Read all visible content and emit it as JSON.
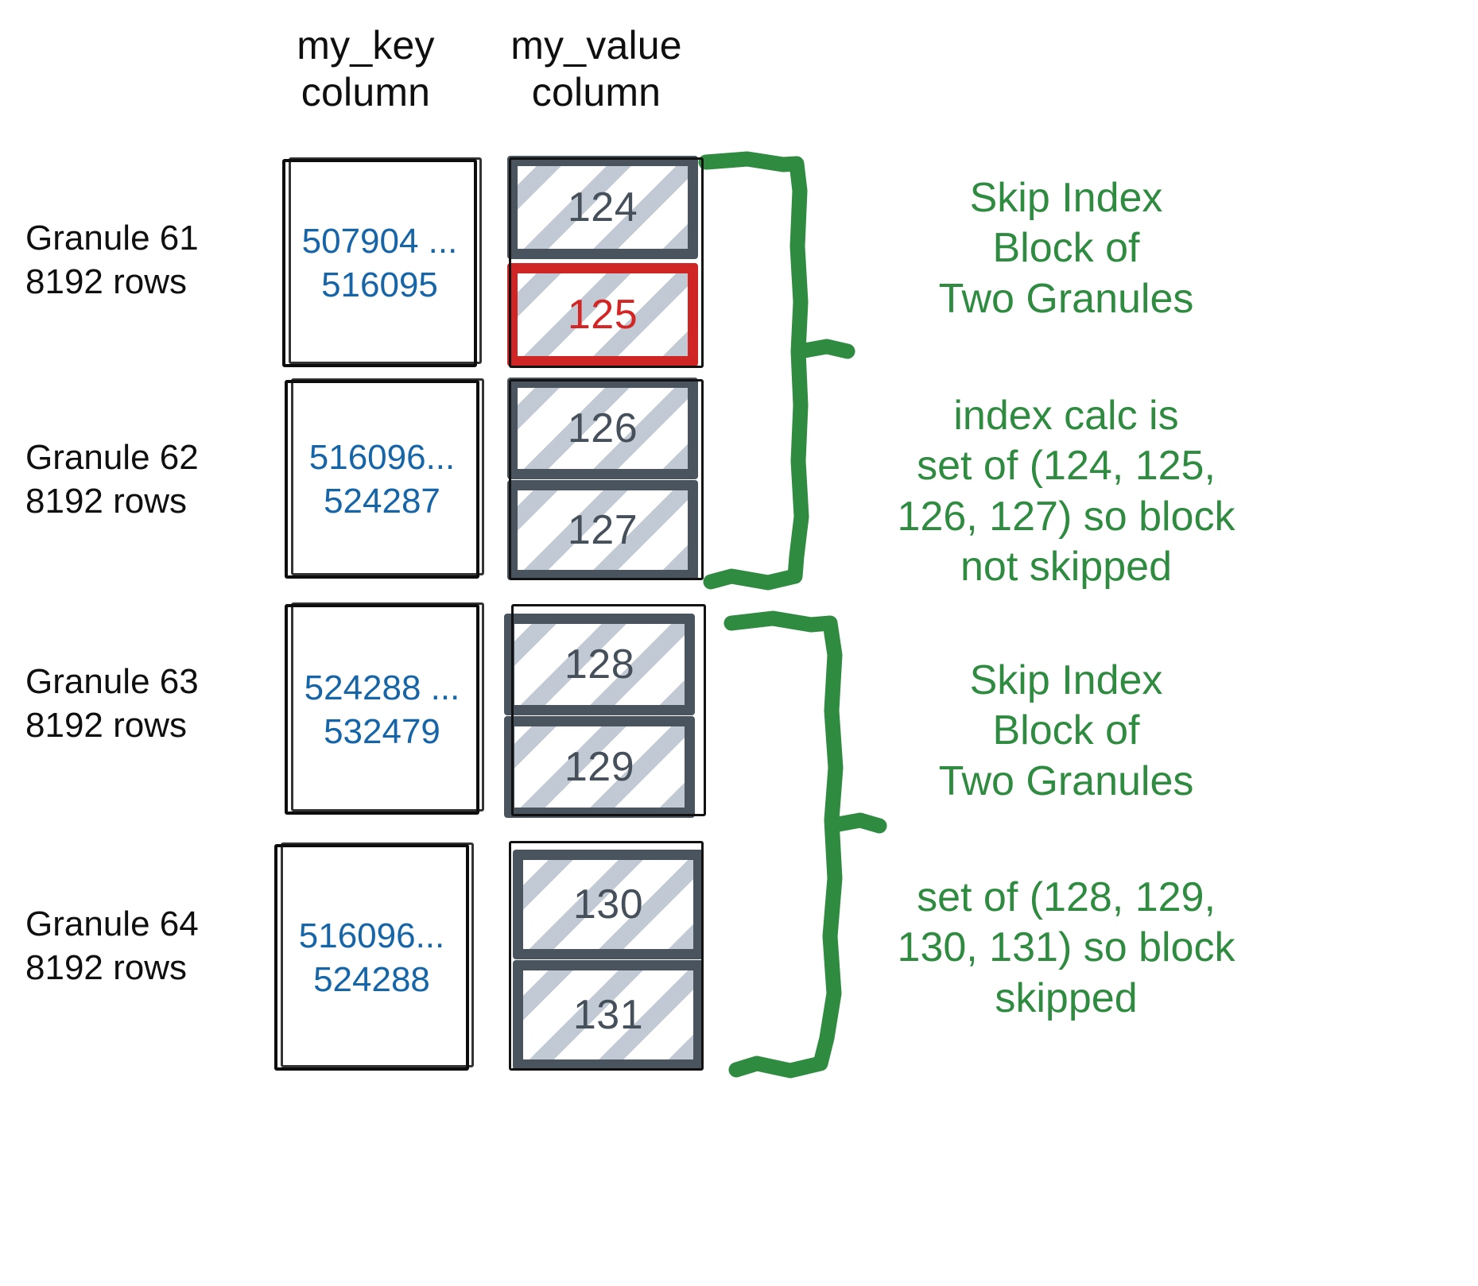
{
  "headers": {
    "key_column": {
      "line1": "my_key",
      "line2": "column"
    },
    "value_column": {
      "line1": "my_value",
      "line2": "column"
    }
  },
  "colors": {
    "key_text": "#1565a8",
    "value_text": "#46505a",
    "value_border": "#4a545e",
    "alert": "#cf2525",
    "annotation_green": "#2e8b40",
    "hatch": "#bec7d2",
    "sketch_black": "#0d0d0d"
  },
  "granules": [
    {
      "label_line1": "Granule 61",
      "label_line2": "8192 rows",
      "key_line1": "507904 ...",
      "key_line2": "516095",
      "values": [
        {
          "text": "124",
          "highlighted": false
        },
        {
          "text": "125",
          "highlighted": true
        }
      ]
    },
    {
      "label_line1": "Granule 62",
      "label_line2": "8192 rows",
      "key_line1": "516096...",
      "key_line2": "524287",
      "values": [
        {
          "text": "126",
          "highlighted": false
        },
        {
          "text": "127",
          "highlighted": false
        }
      ]
    },
    {
      "label_line1": "Granule 63",
      "label_line2": "8192 rows",
      "key_line1": "524288 ...",
      "key_line2": "532479",
      "values": [
        {
          "text": "128",
          "highlighted": false
        },
        {
          "text": "129",
          "highlighted": false
        }
      ]
    },
    {
      "label_line1": "Granule 64",
      "label_line2": "8192 rows",
      "key_line1": "516096...",
      "key_line2": "524288",
      "values": [
        {
          "text": "130",
          "highlighted": false
        },
        {
          "text": "131",
          "highlighted": false
        }
      ]
    }
  ],
  "annotations": [
    {
      "id": "block-1-title",
      "lines": [
        "Skip Index",
        "Block of",
        "Two Granules"
      ]
    },
    {
      "id": "block-1-detail",
      "lines": [
        "index calc is",
        "set of (124, 125,",
        "126, 127) so block",
        "not skipped"
      ]
    },
    {
      "id": "block-2-title",
      "lines": [
        "Skip Index",
        "Block of",
        "Two Granules"
      ]
    },
    {
      "id": "block-2-detail",
      "lines": [
        "set of (128, 129,",
        "130, 131) so block",
        "skipped"
      ]
    }
  ],
  "brackets": [
    {
      "id": "bracket-block-1",
      "covers": "Granule 61 + Granule 62"
    },
    {
      "id": "bracket-block-2",
      "covers": "Granule 63 + Granule 64"
    }
  ]
}
